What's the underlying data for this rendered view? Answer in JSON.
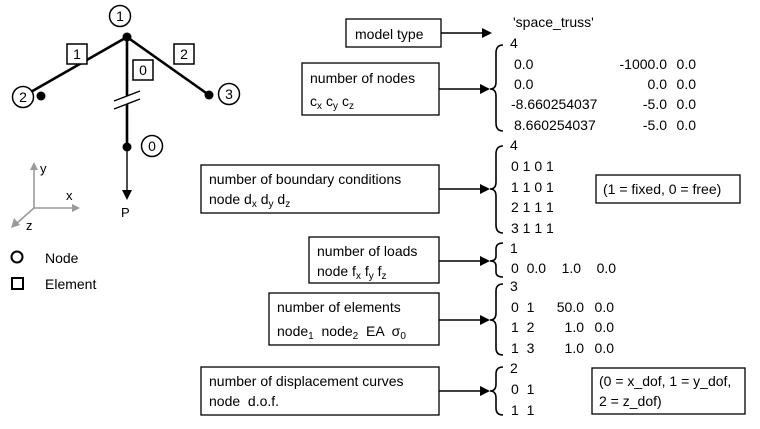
{
  "truss": {
    "nodes": [
      "1",
      "2",
      "3",
      "0"
    ],
    "elements": [
      "1",
      "2",
      "0"
    ],
    "load_label": "P"
  },
  "axes": {
    "x": "x",
    "y": "y",
    "z": "z"
  },
  "legend": {
    "node": "Node",
    "element": "Element"
  },
  "sections": {
    "model_type": {
      "label": "model type",
      "value": "'space_truss'"
    },
    "nodes": {
      "label": "number of nodes",
      "sub_label": [
        "c",
        "x",
        "c",
        "y",
        "c",
        "z"
      ],
      "rows": [
        "4",
        "0.0",
        "0.0",
        "-8.660254037",
        "8.660254037"
      ],
      "cols2": [
        "-1000.0",
        "0.0",
        "-5.0",
        "-5.0"
      ],
      "cols3": [
        "0.0",
        "0.0",
        "0.0",
        "0.0"
      ]
    },
    "boundary": {
      "label": "number of  boundary conditions",
      "sub_label": [
        "node  d",
        "x",
        " d",
        "y",
        " d",
        "z"
      ],
      "rows": [
        "4",
        "0  1  0  1",
        "1  1  0  1",
        "2  1  1  1",
        "3  1  1  1"
      ],
      "note": "(1 = fixed, 0 = free)"
    },
    "loads": {
      "label": "number of  loads",
      "sub_label": [
        "node  f",
        "x",
        "  f",
        "y",
        "  f",
        "z"
      ],
      "rows": [
        "1",
        "0  0.0    1.0    0.0"
      ]
    },
    "elements": {
      "label": "number of elements",
      "sub_label": [
        "node",
        "1",
        "  node",
        "2",
        "  EA  σ",
        "0"
      ],
      "rows": [
        "3",
        "0  1",
        "1  2",
        "1  3"
      ],
      "ea": [
        "50.0",
        "1.0",
        "1.0"
      ],
      "sigma": [
        "0.0",
        "0.0",
        "0.0"
      ]
    },
    "curves": {
      "label": "number of displacement curves",
      "sub_label": "node  d.o.f.",
      "rows": [
        "2",
        "0  1",
        "1  1"
      ],
      "note": [
        "(0 = x_dof, 1 = y_dof,",
        "2 = z_dof)"
      ]
    }
  }
}
